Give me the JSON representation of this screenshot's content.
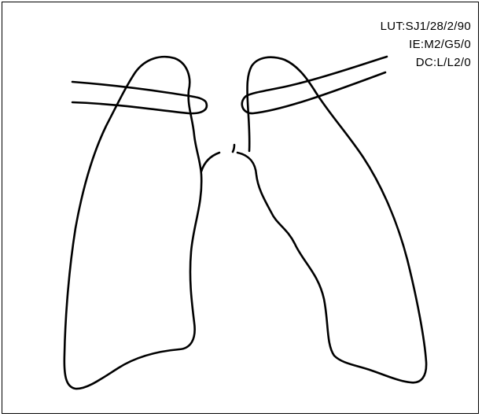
{
  "annotations": {
    "lut": "LUT:SJ1/28/2/90",
    "ie": "IE:M2/G5/0",
    "dc": "DC:L/L2/0"
  },
  "colors": {
    "line": "#000000",
    "background": "#ffffff"
  }
}
